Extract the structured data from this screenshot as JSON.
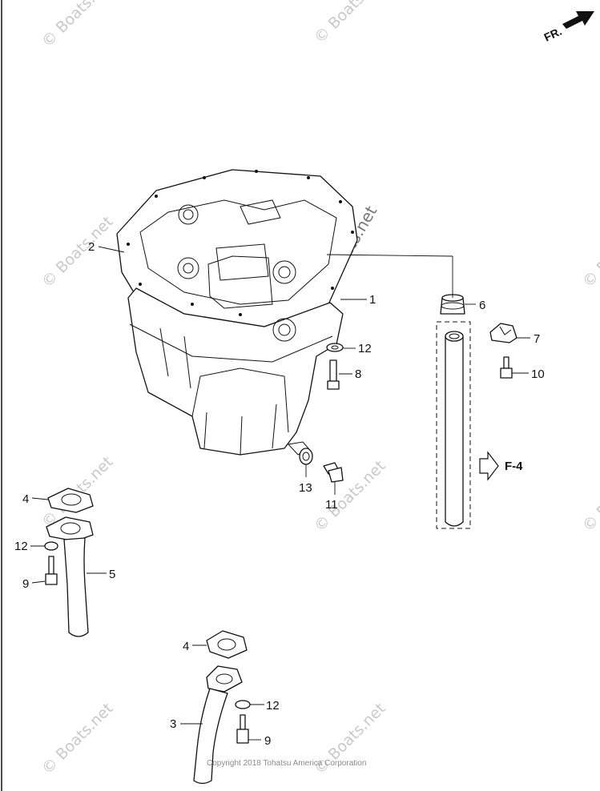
{
  "diagram": {
    "direction_marker": "FR.",
    "reference_label": "F-4",
    "copyright": "Copyright 2018 Tohatsu America Corporation",
    "watermark": "© Boats.net",
    "callouts": {
      "c1": "1",
      "c2": "2",
      "c3": "3",
      "c4a": "4",
      "c4b": "4",
      "c5": "5",
      "c6": "6",
      "c7": "7",
      "c8": "8",
      "c9a": "9",
      "c9b": "9",
      "c10": "10",
      "c11": "11",
      "c12a": "12",
      "c12b": "12",
      "c12c": "12",
      "c13": "13"
    }
  }
}
